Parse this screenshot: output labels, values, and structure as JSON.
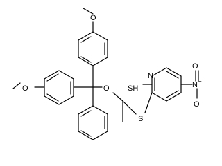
{
  "structure": {
    "atom_labels": {
      "methoxy_top": "O",
      "methoxy_left": "O",
      "ether_oxygen": "O",
      "ring_nitrogen": "N",
      "thiol": "SH",
      "thioether_sulfur": "S",
      "nitro_nitrogen": "N",
      "nitro_oxygen_top": "O",
      "nitro_oxygen_bottom": "O"
    },
    "charges": {
      "nitro_nitrogen": "+",
      "nitro_oxygen_bottom": "−"
    }
  }
}
